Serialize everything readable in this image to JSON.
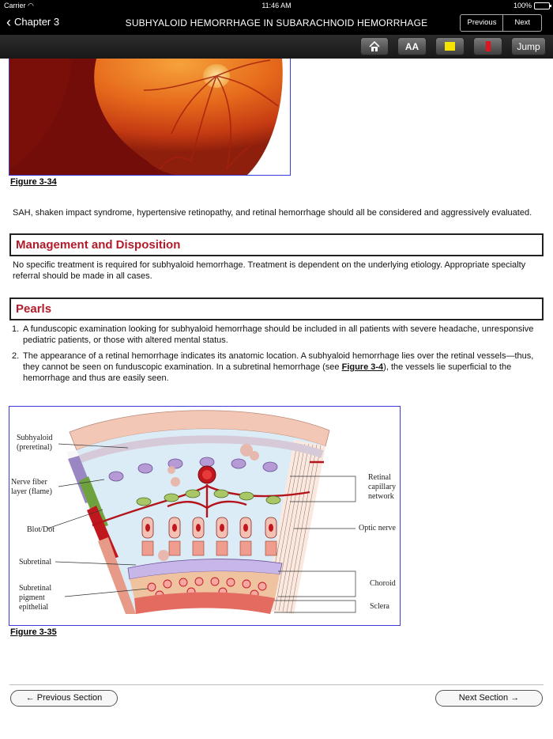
{
  "status_bar": {
    "carrier": "Carrier",
    "time": "11:46 AM",
    "battery": "100%"
  },
  "nav": {
    "back_label": "Chapter 3",
    "title": "SUBHYALOID HEMORRHAGE IN SUBARACHNOID HEMORRHAGE",
    "previous_label": "Previous",
    "next_label": "Next"
  },
  "toolbar": {
    "home_icon": "home-icon",
    "font_size_label": "AA",
    "highlight_yellow_color": "#f5e400",
    "highlight_red_color": "#e0141e",
    "jump_label": "Jump"
  },
  "content": {
    "figure1_caption": "Figure 3-34",
    "paragraph1": "SAH, shaken impact syndrome, hypertensive retinopathy, and retinal hemorrhage should all be considered and aggressively evaluated.",
    "section1_title": "Management and Disposition",
    "section1_text": "No specific treatment is required for subhyaloid hemorrhage. Treatment is dependent on the underlying etiology. Appropriate specialty referral should be made in all cases.",
    "section2_title": "Pearls",
    "pearls": [
      {
        "num": "1.",
        "text": "A funduscopic examination looking for subhyaloid hemorrhage should be included in all patients with severe headache, unresponsive pediatric patients, or those with altered mental status."
      },
      {
        "num": "2.",
        "text_before": "The appearance of a retinal hemorrhage indicates its anatomic location. A subhyaloid hemorrhage lies over the retinal vessels—thus, they cannot be seen on funduscopic examination. In a subretinal hemorrhage (see ",
        "link": "Figure 3-4",
        "text_after": "), the vessels lie superficial to the hemorrhage and thus are easily seen."
      }
    ],
    "figure2_caption": "Figure 3-35",
    "figure2_labels": {
      "subhyaloid": "Subhyaloid",
      "preretinal": "(preretinal)",
      "nerve_fiber": "Nerve fiber",
      "flame": "layer (flame)",
      "blot_dot": "Blot/Dot",
      "subretinal": "Subretinal",
      "subretinal2": "Subretinal",
      "pigment": "pigment",
      "epithelial": "epithelial",
      "retinal": "Retinal",
      "capillary": "capillary",
      "network": "network",
      "optic_nerve": "Optic nerve",
      "choroid": "Choroid",
      "sclera": "Sclera"
    }
  },
  "footer": {
    "previous_section": "← Previous Section",
    "next_section": "Next Section →"
  }
}
